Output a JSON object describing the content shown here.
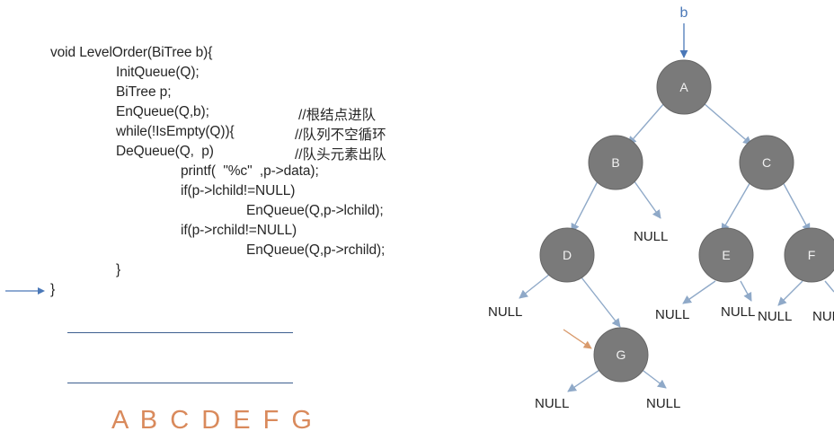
{
  "code": {
    "lines": [
      "void LevelOrder(BiTree b){",
      "InitQueue(Q);",
      "BiTree p;",
      "EnQueue(Q,b);",
      "while(!IsEmpty(Q)){",
      "DeQueue(Q,  p)",
      "printf(  \"%c\"  ,p->data);",
      "if(p->lchild!=NULL)",
      "EnQueue(Q,p->lchild);",
      "if(p->rchild!=NULL)",
      "EnQueue(Q,p->rchild);",
      "}",
      "}"
    ],
    "comments": {
      "enqueue_root": "//根结点进队",
      "not_empty": "//队列不空循环",
      "dequeue": "//队头元素出队"
    }
  },
  "output_sequence": "A B C D E F G",
  "tree": {
    "root_pointer": "b",
    "nodes": [
      "A",
      "B",
      "C",
      "D",
      "E",
      "F",
      "G"
    ],
    "null_label": "NULL",
    "colors": {
      "node_fill": "#7a7a7a",
      "edge": "#8fa9c8",
      "pointer_arrow": "#4a78b8",
      "current_arrow": "#d99a6c"
    }
  },
  "colors": {
    "queue_line": "#3c5f8f",
    "output_text": "#d98a5c",
    "line_arrow": "#4a78b8"
  }
}
